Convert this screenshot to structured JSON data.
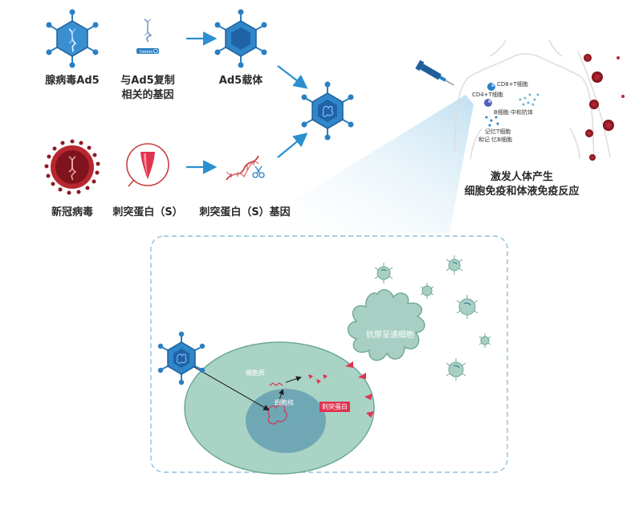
{
  "labels": {
    "adenovirus": "腺病毒Ad5",
    "ad5_genes_line1": "与Ad5复制",
    "ad5_genes_line2": "相关的基因",
    "ad5_vector": "Ad5载体",
    "sars_cov2": "新冠病毒",
    "spike_protein": "刺突蛋白（S）",
    "spike_gene": "刺突蛋白（S）基因",
    "response_line1": "激发人体产生",
    "response_line2": "细胞免疫和体液免疫反应"
  },
  "body_labels": {
    "cd8": "CD8+T细胞",
    "cd4": "CD4+T细胞",
    "b_cell": "B细胞·中和抗体",
    "memory_t": "记忆T细胞",
    "memory_b": "和记 忆B细胞"
  },
  "cell_labels": {
    "cytoplasm": "细胞质",
    "nucleus": "细胞核",
    "spike_tag": "刺突蛋白",
    "apc": "抗原呈递细胞"
  },
  "gene_strip_text": "Delete",
  "colors": {
    "virus_blue": "#2b7fc1",
    "virus_dark": "#1e5f9b",
    "arrow_blue": "#2b8fd0",
    "corona_red": "#8a1a24",
    "spike_pink": "#e0344f",
    "cell_green": "#9fcdbd",
    "nucleus_blue": "#6fa7b5",
    "apc_green": "#a8cfc4",
    "beam": "#cfe6f3"
  }
}
